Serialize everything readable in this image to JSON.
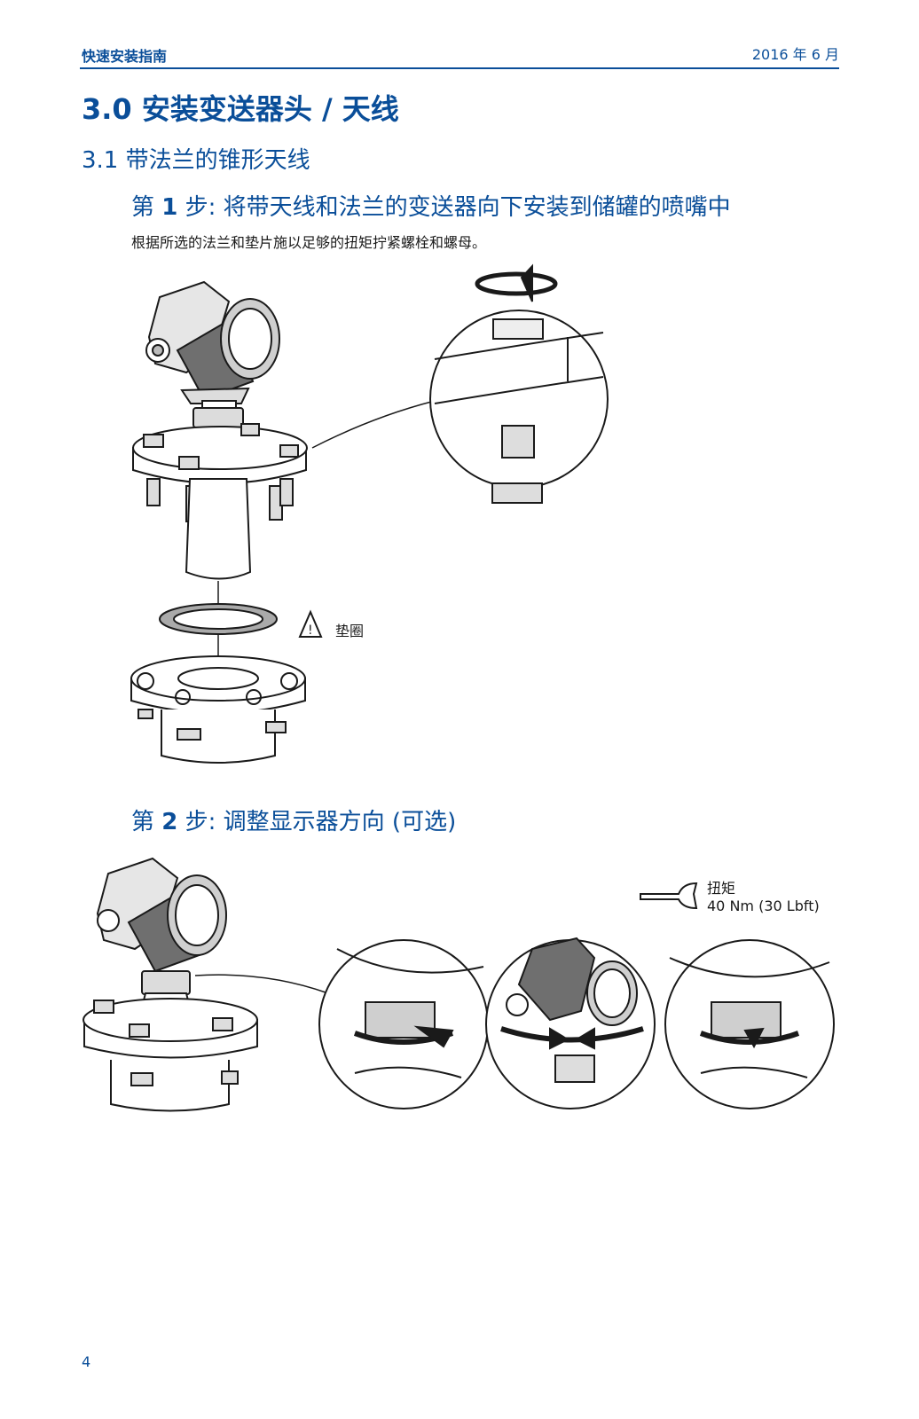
{
  "header": {
    "doc_title": "快速安装指南",
    "date": "2016 年 6 月"
  },
  "section": {
    "title": "3.0 安装变送器头 / 天线",
    "subtitle": "3.1 带法兰的锥形天线"
  },
  "step1": {
    "prefix": "第",
    "number": "1",
    "suffix": "步:",
    "title": "将带天线和法兰的变送器向下安装到储罐的喷嘴中",
    "description": "根据所选的法兰和垫片施以足够的扭矩拧紧螺栓和螺母。",
    "gasket_label": "垫圈"
  },
  "step2": {
    "prefix": "第",
    "number": "2",
    "suffix": "步:",
    "title": "调整显示器方向 (可选)",
    "torque_label": "扭矩",
    "torque_value": "40 Nm (30 Lbft)"
  },
  "footer": {
    "page_number": "4"
  },
  "colors": {
    "brand_blue": "#0a4e99",
    "line": "#1a1a1a",
    "fill_gray": "#8c8c8c"
  }
}
